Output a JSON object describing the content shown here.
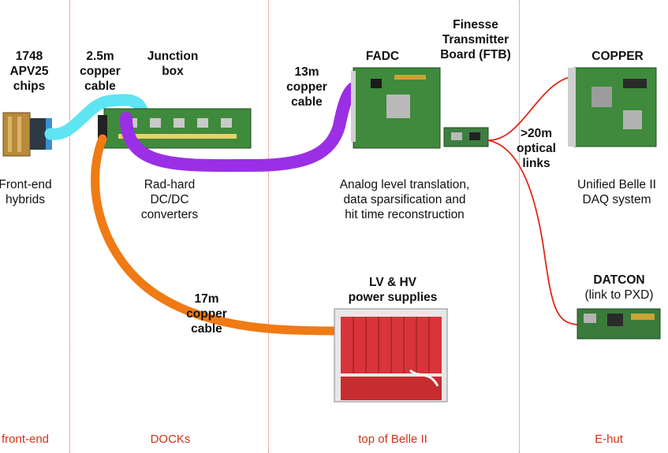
{
  "hybrid": {
    "title": "1748\nAPV25\nchips",
    "desc": "Front-end\nhybrids"
  },
  "cable_short": {
    "label": "2.5m\ncopper\ncable"
  },
  "junction": {
    "title": "Junction\nbox",
    "desc": "Rad-hard\nDC/DC\nconverters"
  },
  "cable_13m": {
    "label": "13m\ncopper\ncable"
  },
  "fadc": {
    "title": "FADC",
    "desc": "Analog level translation,\ndata sparsification and\nhit time reconstruction"
  },
  "ftb": {
    "title": "Finesse\nTransmitter\nBoard (FTB)"
  },
  "optical": {
    "label": ">20m\noptical\nlinks"
  },
  "copper": {
    "title": "COPPER",
    "desc": "Unified Belle II\nDAQ system"
  },
  "datcon": {
    "title": "DATCON",
    "sub": "(link to PXD)"
  },
  "power": {
    "title": "LV & HV\npower supplies"
  },
  "cable_17m": {
    "label": "17m\ncopper\ncable"
  },
  "zones": [
    "front-end",
    "DOCKs",
    "top of Belle II",
    "E-hut"
  ],
  "colors": {
    "cable_cyan": "#5ee4f2",
    "cable_purple": "#9b2fe6",
    "cable_orange": "#f07a14",
    "optical_red": "#e02818",
    "zone_red": "#d63018",
    "pcb_green": "#3f8a3c",
    "crate_red": "#d8343a"
  }
}
